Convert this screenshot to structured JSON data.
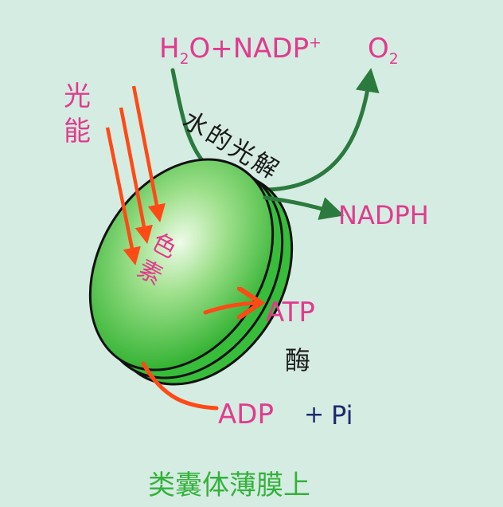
{
  "labels": {
    "light_energy": [
      "光",
      "能"
    ],
    "pigment": [
      "色",
      "素"
    ],
    "h2o_h": "H",
    "h2o_sub": "2",
    "h2o_rest": "O+NADP",
    "nadp_sup": "+",
    "o2_o": "O",
    "o2_sub": "2",
    "photolysis": "水的光解",
    "nadph": "NADPH",
    "atp": "ATP",
    "enzyme": "酶",
    "adp": "ADP",
    "plus": "+",
    "pi": "Pi",
    "caption": "类囊体薄膜上"
  },
  "colors": {
    "background": "#d5ece2",
    "disc_green": "#3cc43c",
    "disc_highlight": "#e8fbe3",
    "arrow_red": "#ff4a16",
    "arrow_green": "#2b7a3e",
    "text_pink": "#e23a8e",
    "text_navy": "#1c2a6e",
    "caption_green": "#34b23a"
  }
}
